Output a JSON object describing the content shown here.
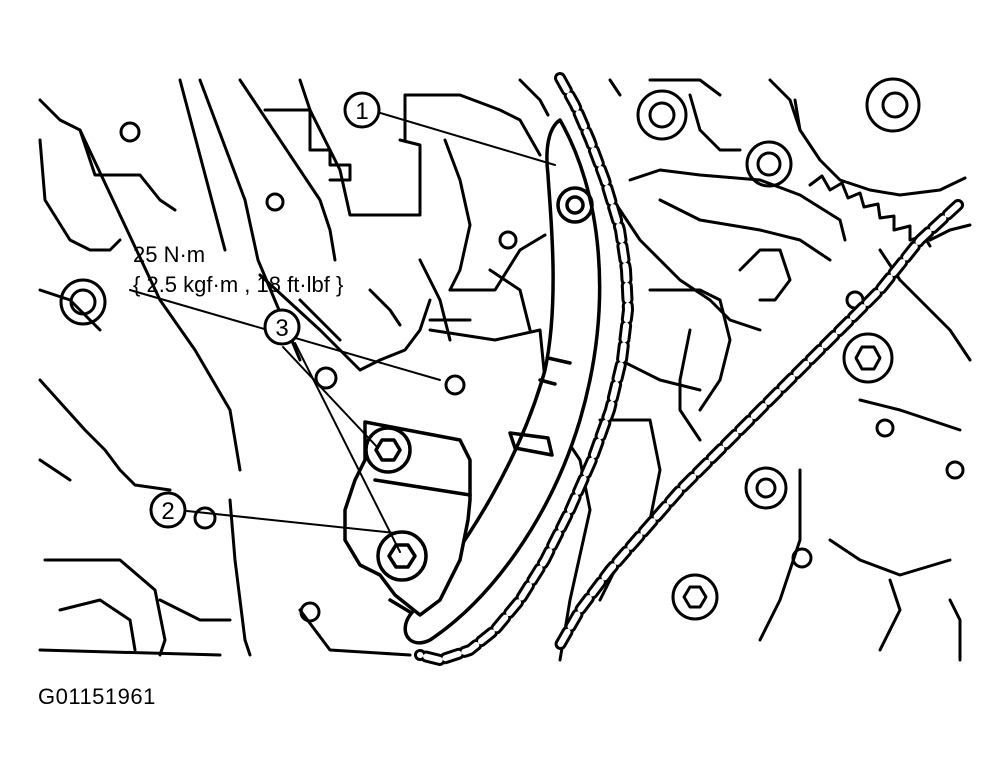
{
  "figure_id": "G01151961",
  "torque": {
    "nm": "25 N·m",
    "detail": "{ 2.5 kgf·m , 18 ft·lbf }"
  },
  "callouts": [
    {
      "number": "1"
    },
    {
      "number": "2"
    },
    {
      "number": "3"
    }
  ],
  "colors": {
    "line": "#000000",
    "background": "#ffffff"
  }
}
